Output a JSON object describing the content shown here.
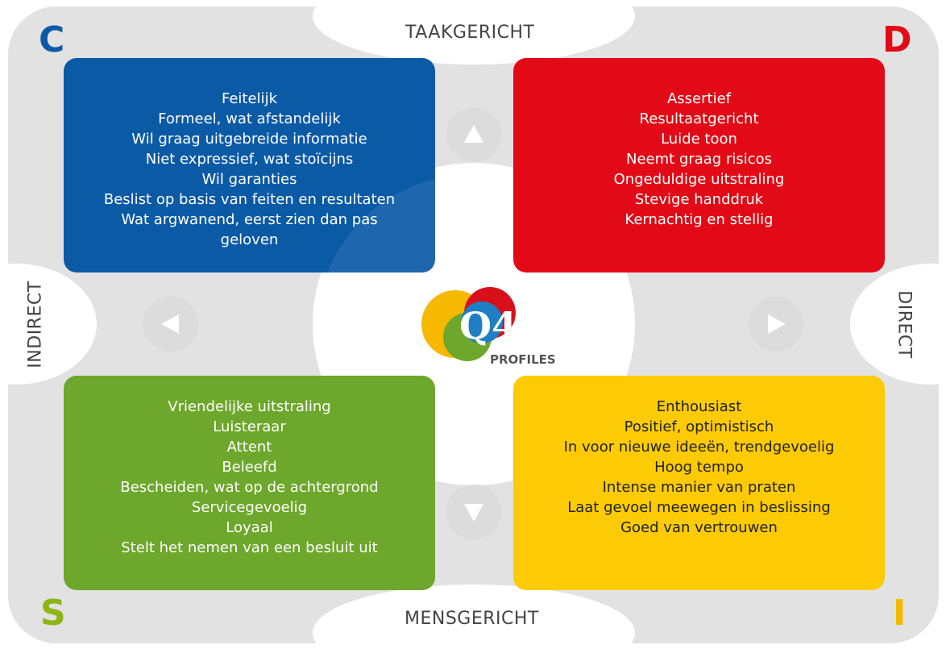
{
  "axes": {
    "top": "TAAKGERICHT",
    "bottom": "MENSGERICHT",
    "left": "INDIRECT",
    "right": "DIRECT"
  },
  "letters": {
    "c": "C",
    "d": "D",
    "s": "S",
    "i": "I"
  },
  "quadrants": {
    "c": {
      "color": "#0b5aa6",
      "items": [
        "Feitelijk",
        "Formeel, wat afstandelijk",
        "Wil graag uitgebreide informatie",
        "Niet expressief, wat stoïcijns",
        "Wil garanties",
        "Beslist op basis van feiten en resultaten",
        "Wat argwanend, eerst zien dan pas",
        "geloven"
      ]
    },
    "d": {
      "color": "#e20a16",
      "items": [
        "Assertief",
        "Resultaatgericht",
        "Luide toon",
        "Neemt graag risicos",
        "Ongeduldige uitstraling",
        "Stevige handdruk",
        "Kernachtig en stellig"
      ]
    },
    "s": {
      "color": "#6da72b",
      "items": [
        "Vriendelijke uitstraling",
        "Luisteraar",
        "Attent",
        "Beleefd",
        "Bescheiden, wat op de achtergrond",
        "Servicegevoelig",
        "Loyaal",
        "Stelt het nemen van een besluit uit"
      ]
    },
    "i": {
      "color": "#fccb05",
      "items": [
        "Enthousiast",
        "Positief, optimistisch",
        "In voor nieuwe ideeën, trendgevoelig",
        "Hoog tempo",
        "Intense manier van praten",
        "Laat gevoel meewegen in beslissing",
        "Goed van vertrouwen"
      ]
    }
  },
  "logo": {
    "mark": "Q4",
    "text": "PROFILES"
  }
}
